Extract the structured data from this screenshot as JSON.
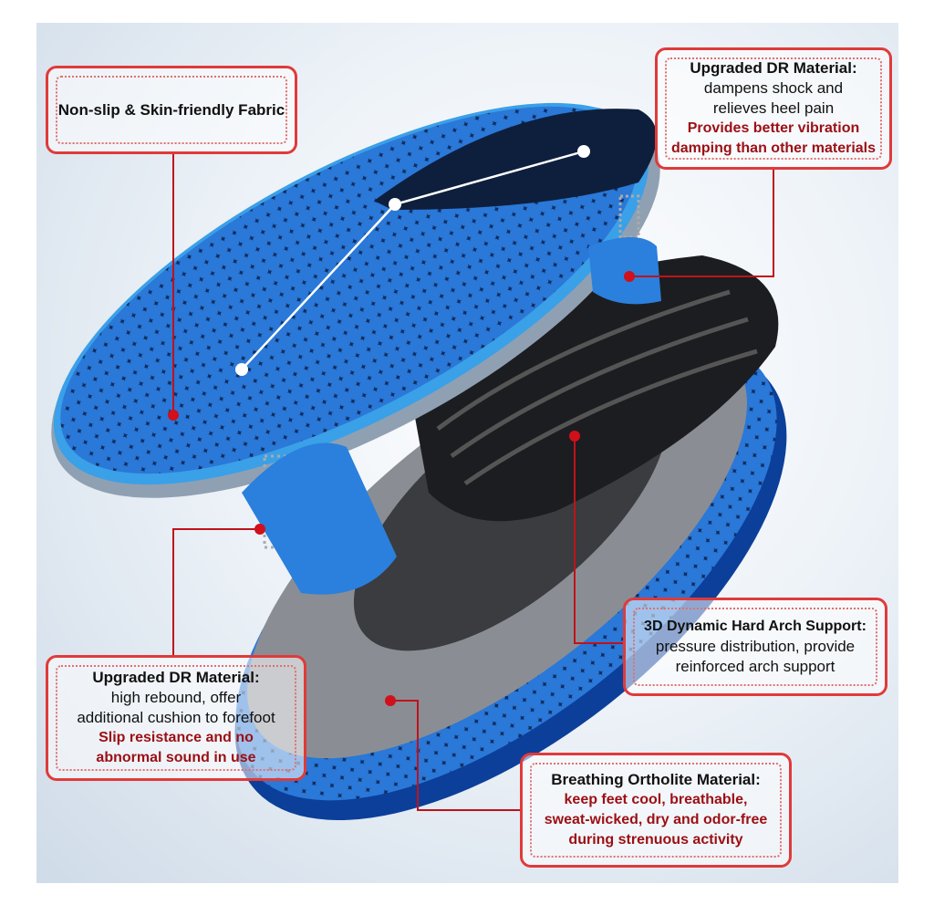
{
  "callouts": {
    "fabric": {
      "title": "Non-slip & Skin-friendly Fabric"
    },
    "heel_dr": {
      "title": "Upgraded DR Material:",
      "lines": [
        "dampens shock and",
        "relieves heel pain"
      ],
      "highlight": [
        "Provides better vibration",
        "damping than other materials"
      ]
    },
    "arch": {
      "title": "3D Dynamic Hard Arch Support:",
      "lines": [
        "pressure distribution, provide",
        "reinforced arch support"
      ]
    },
    "forefoot_dr": {
      "title": "Upgraded DR Material:",
      "lines": [
        "high rebound,  offer",
        "additional cushion to forefoot"
      ],
      "highlight": [
        "Slip resistance and no",
        "abnormal sound in use"
      ]
    },
    "ortholite": {
      "title": "Breathing Ortholite Material:",
      "highlight": [
        "keep feet cool, breathable,",
        "sweat-wicked, dry and odor-free",
        "during strenuous activity"
      ]
    }
  },
  "colors": {
    "accent": "#e03a3a",
    "highlight_text": "#9b0f14",
    "insole_blue": "#1f6fd1",
    "insole_navy": "#0e1f3d"
  }
}
